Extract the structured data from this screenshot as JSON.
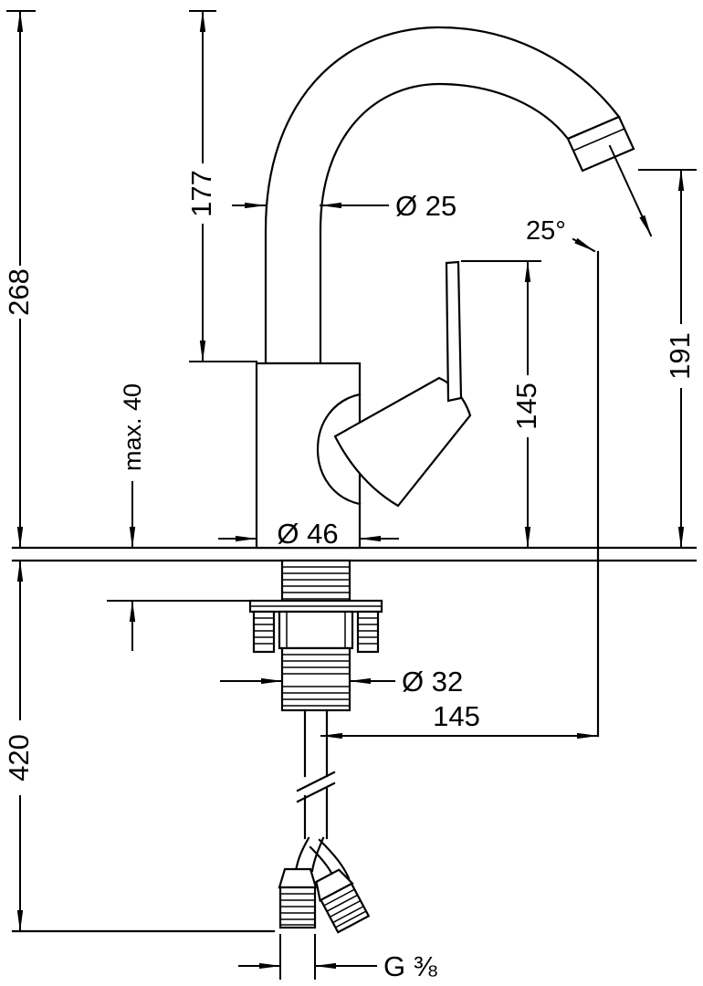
{
  "page": {
    "background_color": "#ffffff",
    "line_color": "#000000"
  },
  "diagram": {
    "labels": {
      "overall_height": "268",
      "height_to_spout_underside": "177",
      "max_mounting_thickness": "max. 40",
      "spout_tube_diameter": "Ø 25",
      "spout_outlet_angle": "25°",
      "outlet_height": "191",
      "handle_top_height": "145",
      "body_base_diameter": "Ø 46",
      "shank_diameter": "Ø 32",
      "spout_reach": "145",
      "hose_length_below_deck": "420",
      "supply_connection_thread": "G ⅜"
    }
  }
}
